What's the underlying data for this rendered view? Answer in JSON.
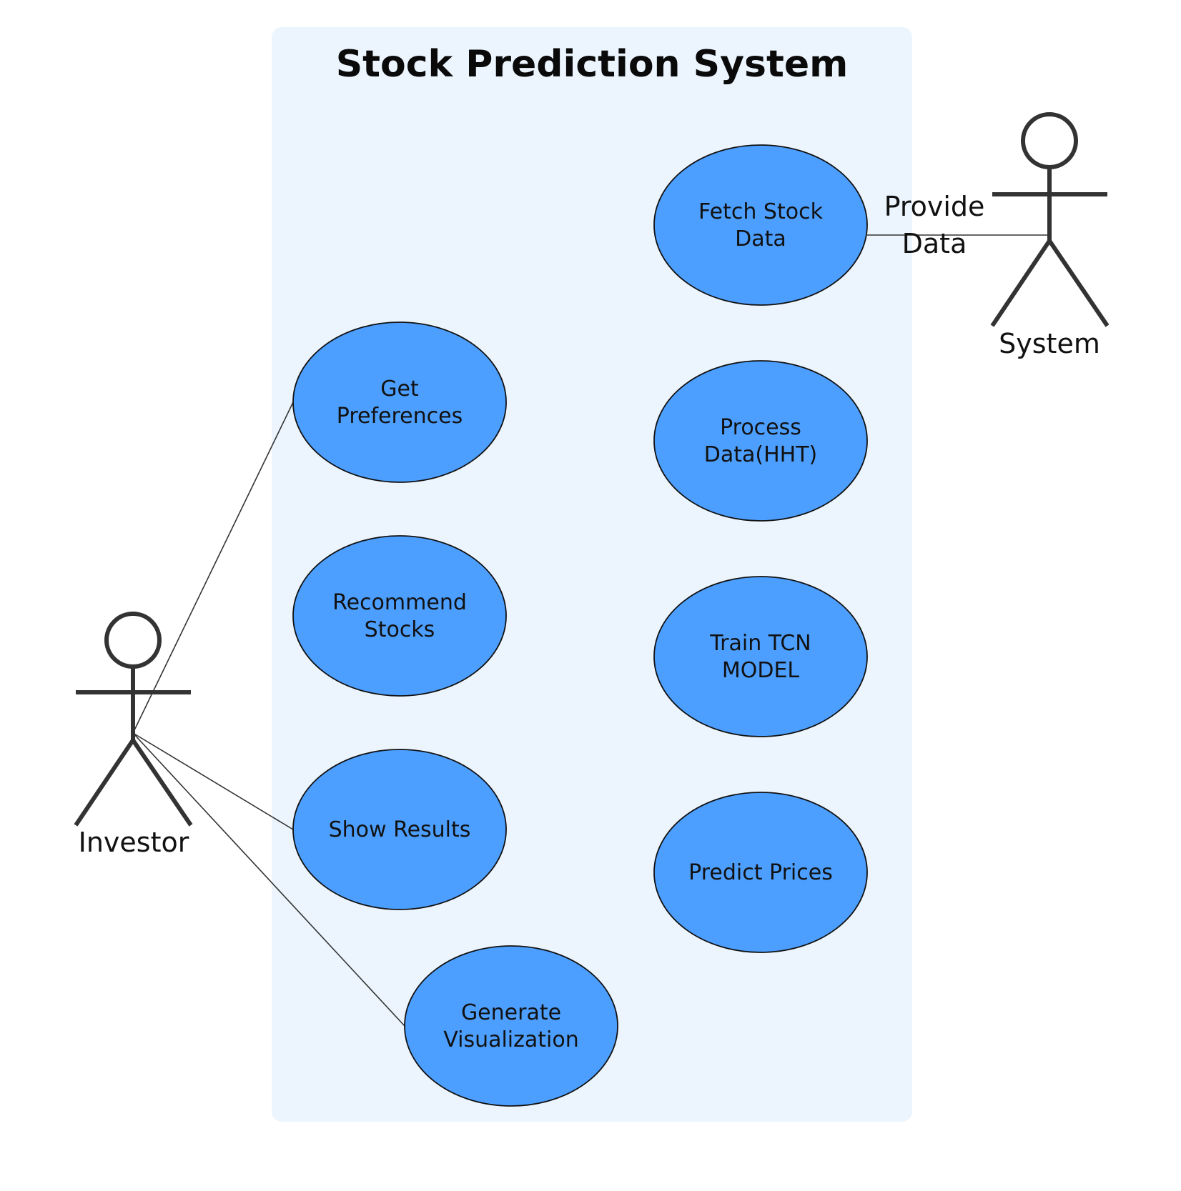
{
  "diagram": {
    "title": "Stock Prediction System",
    "colors": {
      "boundary_fill": "#ecf5fe",
      "usecase_fill": "#4d9fff",
      "usecase_stroke": "#111111",
      "actor_stroke": "#333333"
    },
    "actors": [
      {
        "id": "investor",
        "label": "Investor"
      },
      {
        "id": "system",
        "label": "System"
      }
    ],
    "use_cases": [
      {
        "id": "fetch-stock-data",
        "lines": [
          "Fetch Stock",
          "Data"
        ]
      },
      {
        "id": "get-preferences",
        "lines": [
          "Get",
          "Preferences"
        ]
      },
      {
        "id": "process-data-hht",
        "lines": [
          "Process",
          "Data(HHT)"
        ]
      },
      {
        "id": "recommend-stocks",
        "lines": [
          "Recommend",
          "Stocks"
        ]
      },
      {
        "id": "train-tcn-model",
        "lines": [
          "Train TCN",
          "MODEL"
        ]
      },
      {
        "id": "show-results",
        "lines": [
          "Show Results"
        ]
      },
      {
        "id": "predict-prices",
        "lines": [
          "Predict Prices"
        ]
      },
      {
        "id": "generate-visualization",
        "lines": [
          "Generate",
          "Visualization"
        ]
      }
    ],
    "associations": [
      {
        "from": "investor",
        "to": "get-preferences",
        "label": ""
      },
      {
        "from": "investor",
        "to": "show-results",
        "label": ""
      },
      {
        "from": "investor",
        "to": "generate-visualization",
        "label": ""
      },
      {
        "from": "system",
        "to": "fetch-stock-data",
        "label": [
          "Provide",
          "Data"
        ]
      }
    ]
  }
}
